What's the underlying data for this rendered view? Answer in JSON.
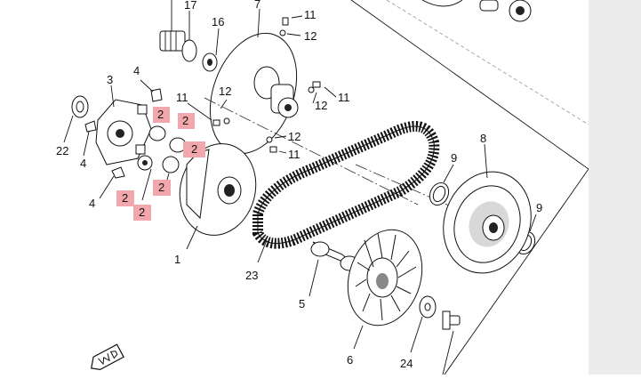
{
  "callouts": {
    "c1": "1",
    "c2a": "2",
    "c2b": "2",
    "c2c": "2",
    "c2d": "2",
    "c2e": "2",
    "c2f": "2",
    "c3": "3",
    "c4a": "4",
    "c4b": "4",
    "c4c": "4",
    "c5": "5",
    "c6": "6",
    "c7": "7",
    "c8": "8",
    "c9a": "9",
    "c9b": "9",
    "c11a": "11",
    "c11b": "11",
    "c11c": "11",
    "c11d": "11",
    "c12a": "12",
    "c12b": "12",
    "c12c": "12",
    "c12d": "12",
    "c16": "16",
    "c17": "17",
    "c22": "22",
    "c23": "23",
    "c24": "24"
  },
  "colors": {
    "highlight": "#f2a7ad",
    "side_panel": "#ececec",
    "line": "#111111"
  },
  "icons": {
    "front_arrow": "fwd-arrow-icon"
  }
}
